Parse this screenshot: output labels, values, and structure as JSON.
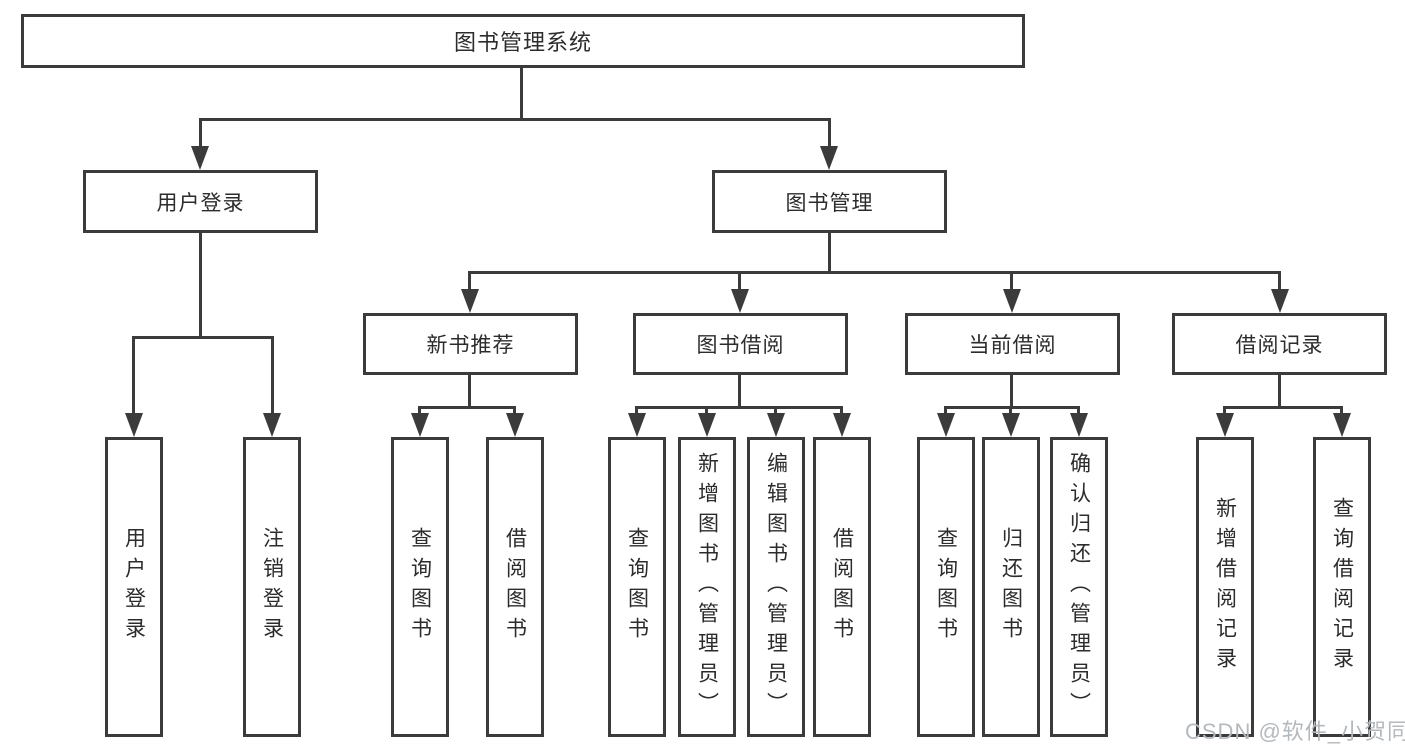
{
  "palette": {
    "line_color": "#3b3b3b",
    "text_color": "#2c2c2c",
    "background": "#ffffff",
    "watermark_color": "#b4b9be"
  },
  "nodes": {
    "root": "图书管理系统",
    "user_login": "用户登录",
    "book_management": "图书管理",
    "new_book_recommend": "新书推荐",
    "book_borrow": "图书借阅",
    "current_borrow": "当前借阅",
    "borrow_records": "借阅记录"
  },
  "leaves": {
    "user_login": [
      "用户登录",
      "注销登录"
    ],
    "new_book_recommend": [
      "查询图书",
      "借阅图书"
    ],
    "book_borrow": [
      "查询图书",
      "新增图书（管理员）",
      "编辑图书（管理员）",
      "借阅图书"
    ],
    "current_borrow": [
      "查询图书",
      "归还图书",
      "确认归还（管理员）"
    ],
    "borrow_records": [
      "新增借阅记录",
      "查询借阅记录"
    ]
  },
  "watermark": "CSDN @软件_小贺同学"
}
